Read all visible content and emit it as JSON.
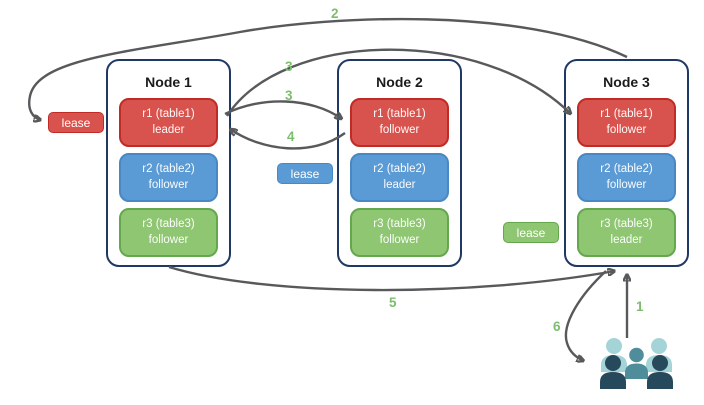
{
  "nodes": [
    {
      "title": "Node 1",
      "replicas": [
        {
          "name": "r1 (table1)",
          "role": "leader",
          "color": "#d9534e"
        },
        {
          "name": "r2 (table2)",
          "role": "follower",
          "color": "#5b9bd5"
        },
        {
          "name": "r3 (table3)",
          "role": "follower",
          "color": "#8ec672"
        }
      ]
    },
    {
      "title": "Node 2",
      "replicas": [
        {
          "name": "r1 (table1)",
          "role": "follower",
          "color": "#d9534e"
        },
        {
          "name": "r2 (table2)",
          "role": "leader",
          "color": "#5b9bd5"
        },
        {
          "name": "r3 (table3)",
          "role": "follower",
          "color": "#8ec672"
        }
      ]
    },
    {
      "title": "Node 3",
      "replicas": [
        {
          "name": "r1 (table1)",
          "role": "follower",
          "color": "#d9534e"
        },
        {
          "name": "r2 (table2)",
          "role": "follower",
          "color": "#5b9bd5"
        },
        {
          "name": "r3 (table3)",
          "role": "leader",
          "color": "#8ec672"
        }
      ]
    }
  ],
  "leases": [
    {
      "label": "lease",
      "color": "#d9534e"
    },
    {
      "label": "lease",
      "color": "#5b9bd5"
    },
    {
      "label": "lease",
      "color": "#8ec672"
    }
  ],
  "step_labels": [
    "1",
    "2",
    "3",
    "3",
    "4",
    "5",
    "6"
  ],
  "icons": {
    "clients": "users-group-icon"
  },
  "colors": {
    "node_border": "#203864",
    "arrow_gray": "#58595b",
    "step_green": "#7cbe6d",
    "red_fill": "#d9534e",
    "blue_fill": "#5b9bd5",
    "green_fill": "#8ec672",
    "clients_back": "#a5d4d8",
    "clients_middle": "#4e8d99",
    "clients_front": "#26495c"
  }
}
